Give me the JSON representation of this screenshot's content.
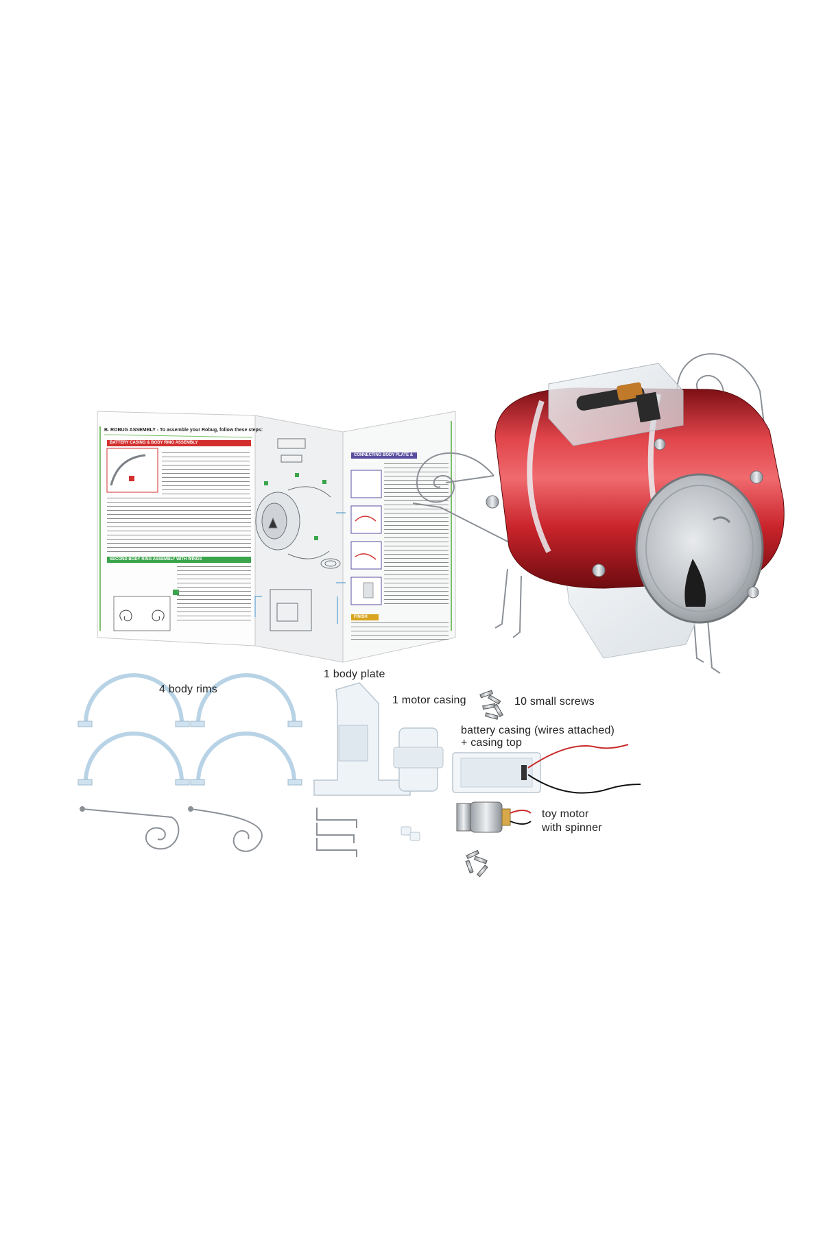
{
  "booklet": {
    "heading": "B. ROBUG ASSEMBLY - To assemble your Robug, follow these steps:",
    "section_1": "BATTERY CASING & BODY RING ASSEMBLY",
    "section_2": "SECOND BODY RING ASSEMBLY WITH WINGS",
    "section_3": "CONNECTING BODY PLATE & FOUR LEGS",
    "section_4": "FINISH"
  },
  "labels": {
    "body_plate": "1 body plate",
    "body_rims": "4 body rims",
    "motor_casing": "1 motor casing",
    "small_screws": "10 small screws",
    "battery_casing_line1": "battery casing (wires attached)",
    "battery_casing_line2": "+ casing top",
    "toy_motor_line1": "toy motor",
    "toy_motor_line2": "with spinner"
  },
  "colors": {
    "can_red": "#c8232a",
    "section_red": "#d32f2f",
    "section_green": "#3aa54a",
    "section_purple": "#5b4ea0",
    "booklet_border_green": "#7bbf6a"
  }
}
